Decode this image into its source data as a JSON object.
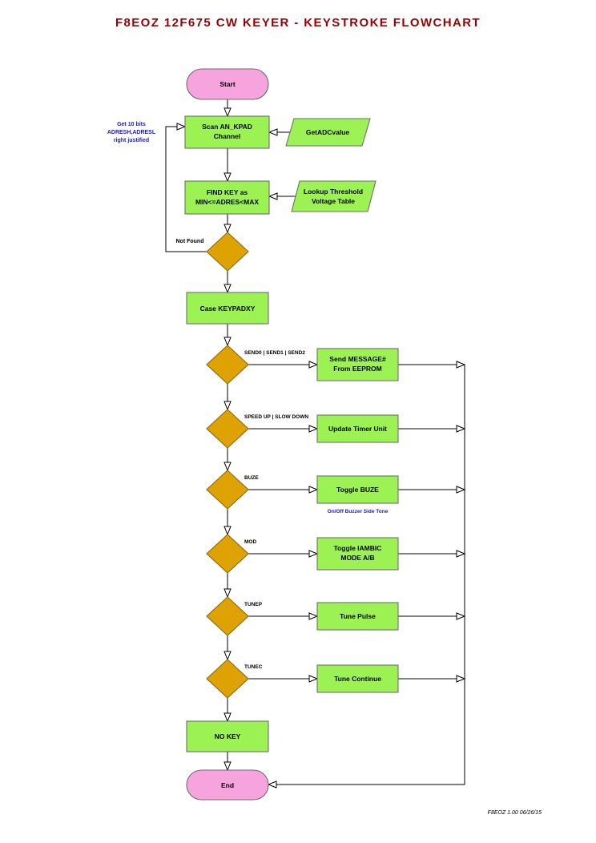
{
  "header": {
    "title": "F8EOZ 12F675 CW KEYER - KEYSTROKE FLOWCHART"
  },
  "footer": {
    "version_note": "F8EOZ 1.00 06/26/15"
  },
  "colors": {
    "title": "#990000",
    "terminal_fill": "#f6a3de",
    "process_fill": "#9cf253",
    "decision_fill": "#dea203",
    "annotation": "#2020cc"
  },
  "annotations": {
    "adc_note": {
      "line1": "Get 10 bits",
      "line2": "ADRESH,ADRESL",
      "line3": "right justified"
    },
    "not_found": "Not Found",
    "buzzer_note": "On/Off Buzzer Side Tone"
  },
  "nodes": {
    "start": {
      "label": "Start"
    },
    "scan_channel": {
      "line1": "Scan AN_KPAD",
      "line2": "Channel"
    },
    "get_adc_value": {
      "label": "GetADCvalue"
    },
    "find_key": {
      "line1": "FIND KEY as",
      "line2": "MIN<=ADRES<MAX"
    },
    "lookup_table": {
      "line1": "Lookup Threshold",
      "line2": "Voltage Table"
    },
    "case_keypad": {
      "label": "Case KEYPADXY"
    },
    "no_key": {
      "label": "NO KEY"
    },
    "end": {
      "label": "End"
    }
  },
  "branches": [
    {
      "condition": "SEND0 | SEND1 | SEND2",
      "action_line1": "Send MESSAGE#",
      "action_line2": "From EEPROM"
    },
    {
      "condition": "SPEED UP | SLOW DOWN",
      "action_line1": "Update Timer Unit"
    },
    {
      "condition": "BUZE",
      "action_line1": "Toggle BUZE"
    },
    {
      "condition": "MOD",
      "action_line1": "Toggle IAMBIC",
      "action_line2": "MODE A/B"
    },
    {
      "condition": "TUNEP",
      "action_line1": "Tune Pulse"
    },
    {
      "condition": "TUNEC",
      "action_line1": "Tune Continue"
    }
  ]
}
